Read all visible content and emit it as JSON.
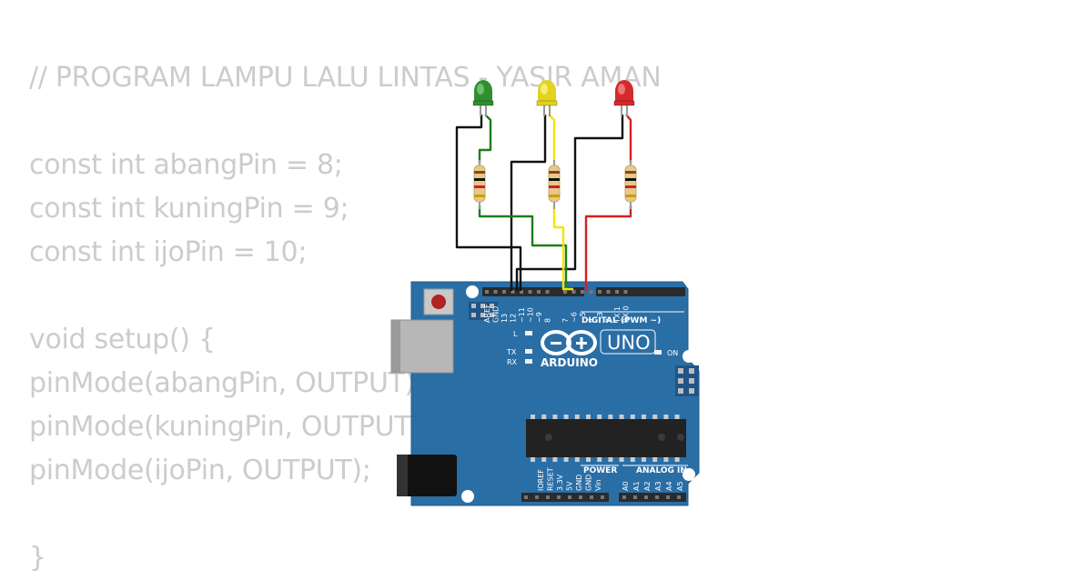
{
  "code": {
    "lines": [
      "// PROGRAM LAMPU LALU LINTAS - YASIR AMAN",
      "",
      "const int abangPin = 8;",
      "const int kuningPin = 9;",
      "const int ijoPin = 10;",
      "",
      "void setup() {",
      "pinMode(abangPin, OUTPUT);",
      "pinMode(kuningPin, OUTPUT);",
      "pinMode(ijoPin, OUTPUT);",
      "",
      "}"
    ]
  },
  "board": {
    "brand": "ARDUINO",
    "model": "UNO",
    "digital_header_label": "DIGITAL (PWM ~)",
    "power_label": "POWER",
    "analog_label": "ANALOG IN",
    "on_label": "ON",
    "led_l_label": "L",
    "tx_label": "TX",
    "rx_label": "RX",
    "digital_pins": [
      "AREF",
      "GND",
      "13",
      "12",
      "~11",
      "~10",
      "~9",
      "8",
      "7",
      "~6",
      "~5",
      "4",
      "~3",
      "2",
      "TX 1",
      "RX 0"
    ],
    "power_pins": [
      "IOREF",
      "RESET",
      "3.3V",
      "5V",
      "GND",
      "GND",
      "Vin"
    ],
    "analog_pins": [
      "A0",
      "A1",
      "A2",
      "A3",
      "A4",
      "A5"
    ],
    "color": "#2a6ea6"
  },
  "leds": [
    {
      "name": "green-led",
      "color": "#2f8f2f",
      "highlight": "#8fd08f"
    },
    {
      "name": "yellow-led",
      "color": "#e3d21e",
      "highlight": "#fff59a"
    },
    {
      "name": "red-led",
      "color": "#d42a2a",
      "highlight": "#f59a9a"
    }
  ],
  "wires": {
    "green": "#1e7d1e",
    "yellow": "#f2e600",
    "red": "#d22020",
    "black": "#111111"
  }
}
